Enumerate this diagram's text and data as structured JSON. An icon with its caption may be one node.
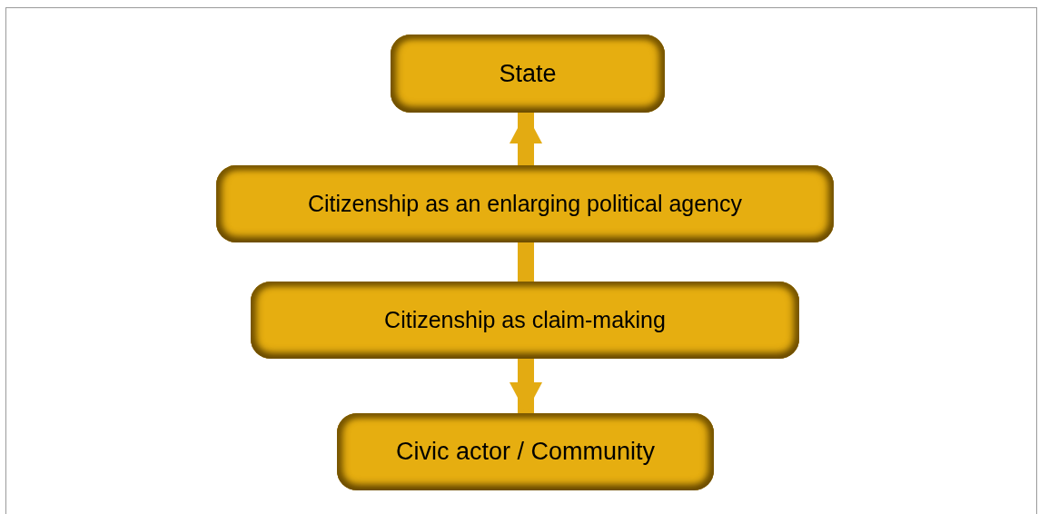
{
  "diagram": {
    "nodes": [
      {
        "text": [
          "State"
        ]
      },
      {
        "text": [
          "Citizenship as an enlarging political agency"
        ]
      },
      {
        "text": [
          "Citizenship as claim-making"
        ]
      },
      {
        "text": [
          "Civic actor / Community"
        ]
      }
    ],
    "edges": [
      {
        "from": 1,
        "to": 0,
        "arrow": "to"
      },
      {
        "from": 1,
        "to": 2,
        "arrow": "none"
      },
      {
        "from": 2,
        "to": 3,
        "arrow": "to"
      }
    ]
  }
}
